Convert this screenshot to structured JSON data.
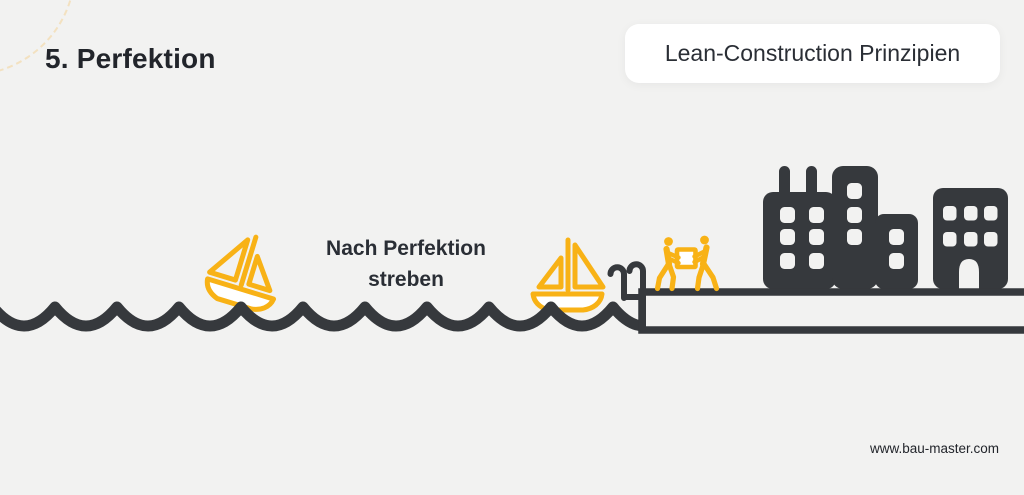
{
  "header": {
    "title": "5. Perfektion",
    "badge_label": "Lean-Construction Prinzipien"
  },
  "illustration": {
    "caption_line1": "Nach Perfektion",
    "caption_line2": "streben",
    "icons": [
      "sailboat-tilted-icon",
      "sailboat-icon",
      "ocean-wave-icon",
      "dock-icon",
      "pool-ladder-icon",
      "workers-carrying-box-icon",
      "city-buildings-icon"
    ]
  },
  "footer": {
    "website": "www.bau-master.com"
  },
  "colors": {
    "background": "#F2F2F1",
    "ink": "#36393D",
    "accent": "#F8B216",
    "badge_background": "#FFFFFF",
    "heading_text": "#22252B",
    "body_text": "#2A2E35"
  }
}
